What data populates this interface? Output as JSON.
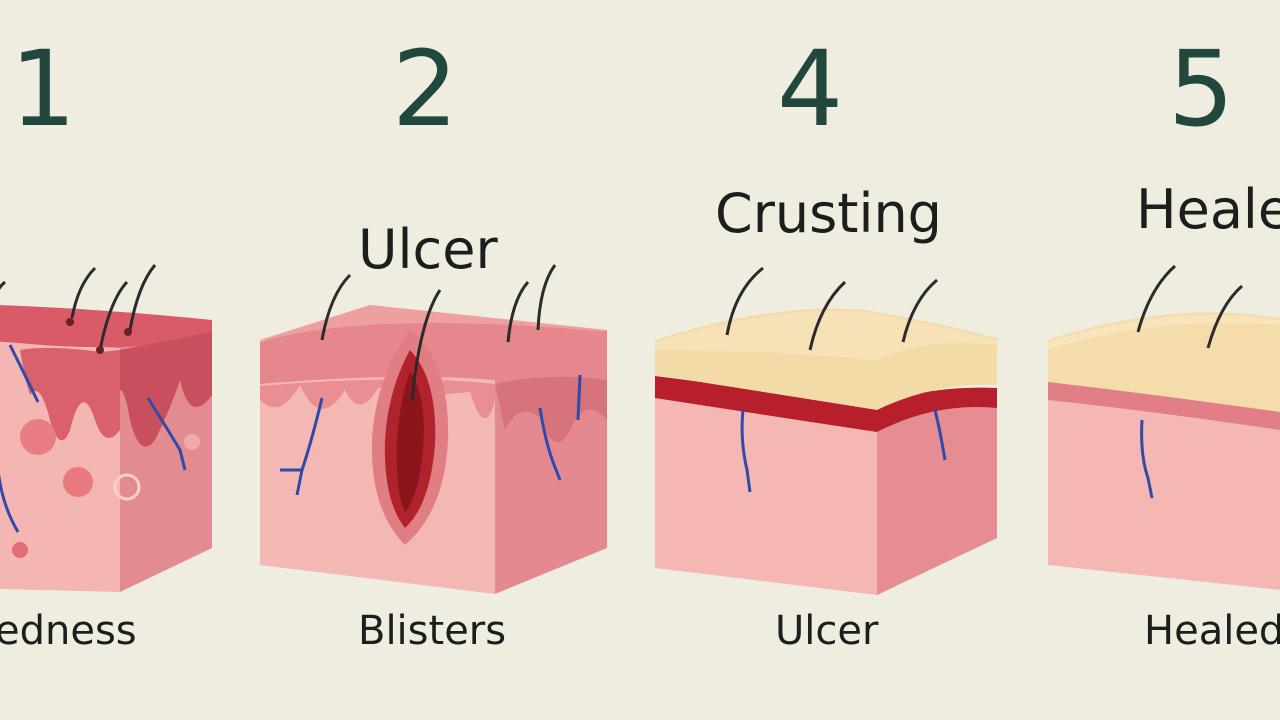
{
  "stages": [
    {
      "number": "1",
      "top_label": "",
      "bottom_label": "edness"
    },
    {
      "number": "2",
      "top_label": "Ulcer",
      "bottom_label": "Blisters"
    },
    {
      "number": "4",
      "top_label": "Crusting",
      "bottom_label": "Ulcer"
    },
    {
      "number": "5",
      "top_label": "Heale",
      "bottom_label": "Healed"
    }
  ],
  "colors": {
    "background": "#efece0",
    "number": "#22473d",
    "skin_light": "#f4b3b0",
    "skin_mid": "#e8898c",
    "skin_dark": "#d86d74",
    "crust": "#f3ddb0",
    "blood": "#9b1b22",
    "vein": "#2f49a8"
  },
  "icons": [
    "skin-block-redness",
    "skin-block-blister-ulcer",
    "skin-block-crusting",
    "skin-block-healed"
  ]
}
